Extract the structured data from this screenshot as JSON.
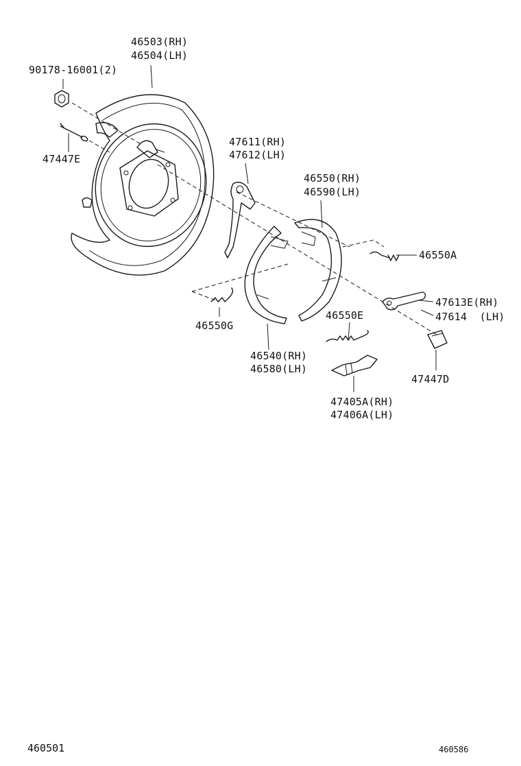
{
  "callouts": {
    "backing_plate": {
      "rh": "46503(RH)",
      "lh": "46504(LH)"
    },
    "nut": "90178-16001(2)",
    "pin_e": "47447E",
    "lever": {
      "rh": "47611(RH)",
      "lh": "47612(LH)"
    },
    "shoe_rear": {
      "rh": "46550(RH)",
      "lh": "46590(LH)"
    },
    "spring_a": "46550A",
    "strut": {
      "rh": "47613E(RH)",
      "lh": "47614  (LH)"
    },
    "spring_g": "46550G",
    "spring_e": "46550E",
    "shoe_front": {
      "rh": "46540(RH)",
      "lh": "46580(LH)"
    },
    "adjuster": {
      "rh": "47405A(RH)",
      "lh": "47406A(LH)"
    },
    "clip_d": "47447D"
  },
  "footer": {
    "left_code": "460501",
    "right_code": "460586"
  }
}
